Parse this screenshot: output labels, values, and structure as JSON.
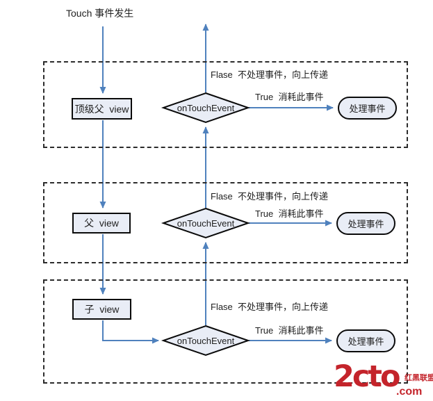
{
  "title": {
    "text": "Touch 事件发生"
  },
  "colors": {
    "arrow": "#4f81bd",
    "shape_fill": "#e9edf6",
    "shape_border": "#0a0a0a",
    "dashed_border": "#2b2b2b",
    "text": "#1f1f1f",
    "logo_red": "#c4242b"
  },
  "rows": [
    {
      "view_label": "顶级父  view",
      "decision_label": "onTouchEvent",
      "false_label": "Flase  不处理事件，向上传递",
      "true_label": "True  消耗此事件",
      "result_label": "处理事件"
    },
    {
      "view_label": "父  view",
      "decision_label": "onTouchEvent",
      "false_label": "Flase  不处理事件，向上传递",
      "true_label": "True  消耗此事件",
      "result_label": "处理事件"
    },
    {
      "view_label": "子  view",
      "decision_label": "onTouchEvent",
      "false_label": "Flase  不处理事件，向上传递",
      "true_label": "True  消耗此事件",
      "result_label": "处理事件"
    }
  ],
  "watermark": {
    "brand": "2cto",
    "tld": ".com",
    "name": "红黑联盟"
  }
}
